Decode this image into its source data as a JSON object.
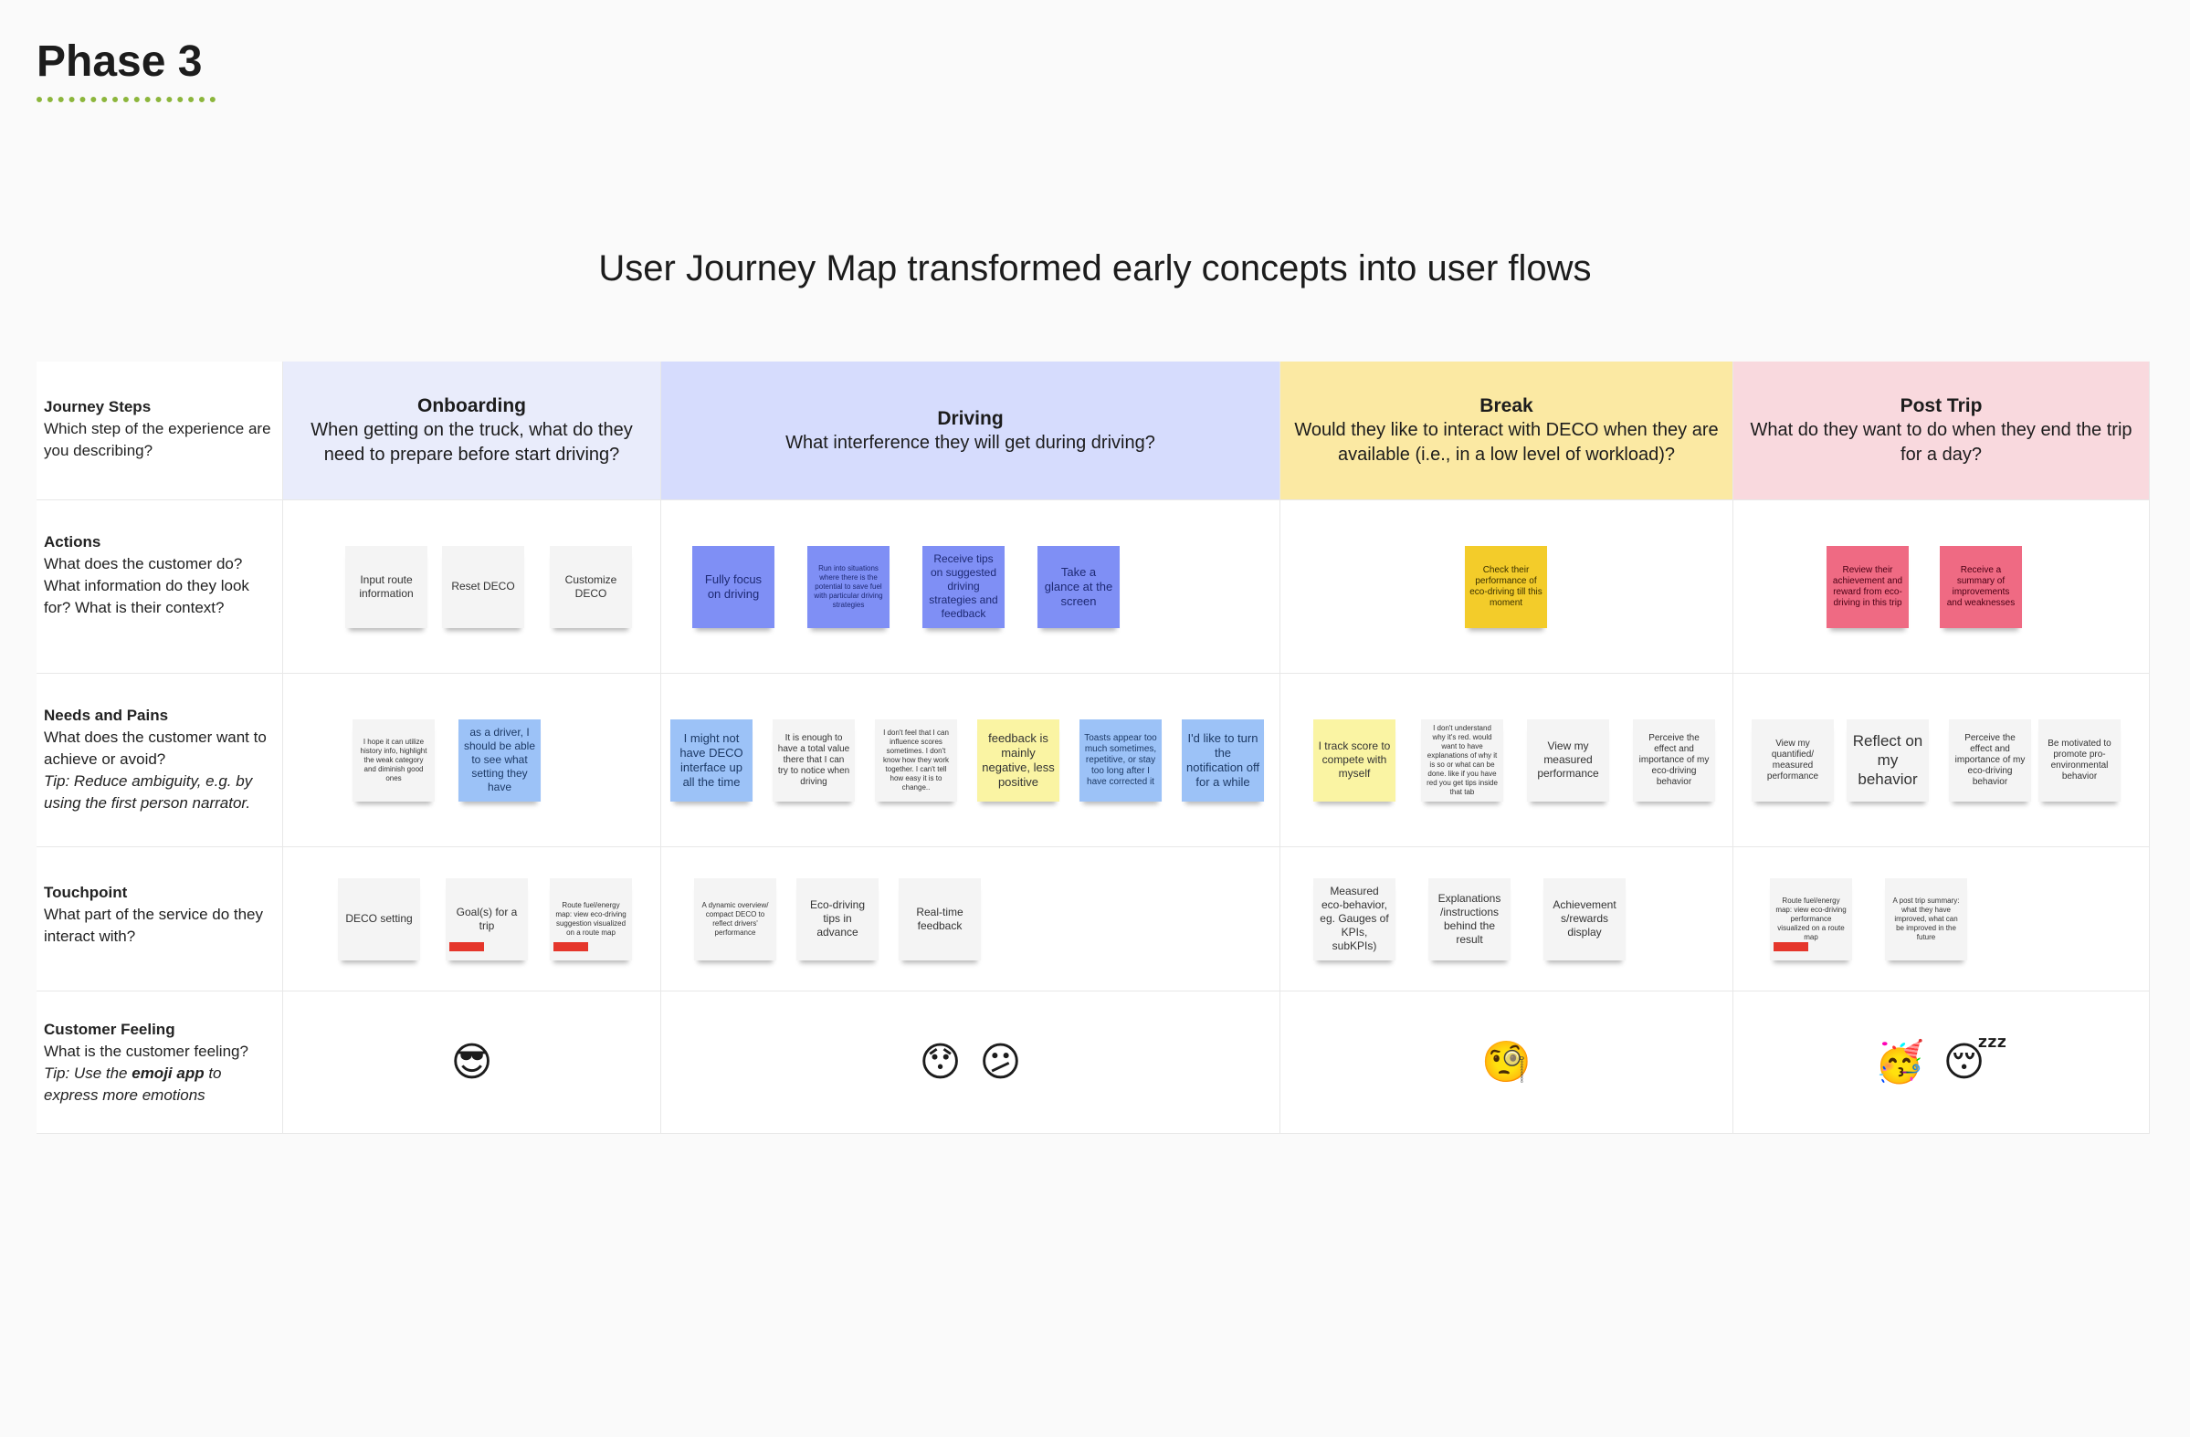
{
  "phase_title": "Phase 3",
  "main_title": "User Journey Map transformed early concepts into user flows",
  "row_labels": [
    {
      "title": "Journey Steps",
      "desc": "Which step of the experience are you describing?"
    },
    {
      "title": "Actions",
      "desc": "What does the customer do? What information do they look for? What is their context?"
    },
    {
      "title": "Needs and Pains",
      "desc": "What does the customer want to achieve or avoid?",
      "tip": "Tip: Reduce ambiguity, e.g. by using the first person narrator."
    },
    {
      "title": "Touchpoint",
      "desc": "What part of the service do they interact with?"
    },
    {
      "title": "Customer Feeling",
      "desc": "What is the customer feeling?",
      "tip_before": "Tip: Use the ",
      "tip_bold": "emoji app",
      "tip_after": " to express more emotions"
    }
  ],
  "steps": [
    {
      "name": "Onboarding",
      "question": "When getting on the truck, what do they need to prepare before start driving?"
    },
    {
      "name": "Driving",
      "question": "What interference they will get during driving?"
    },
    {
      "name": "Break",
      "question": "Would they like to interact with DECO when they are available (i.e., in a low level of workload)?"
    },
    {
      "name": "Post Trip",
      "question": "What do they want to do when they end the trip for a day?"
    }
  ],
  "actions": {
    "onboarding": [
      "Input route information",
      "Reset DECO",
      "Customize DECO"
    ],
    "driving": [
      "Fully focus on driving",
      "Run into situations where there is the potential to save fuel with particular driving strategies",
      "Receive tips on suggested driving strategies and feedback",
      "Take a glance at the screen"
    ],
    "break": [
      "Check their performance of eco-driving till this moment"
    ],
    "post": [
      "Review their achievement and reward from eco-driving in this trip",
      "Receive a summary of improvements and weaknesses"
    ]
  },
  "needs": {
    "onboarding": [
      "I hope it can utilize history info, highlight the weak category and diminish good ones",
      "as a driver, I should be able to see what setting they have"
    ],
    "driving": [
      "I might not have DECO interface up all the time",
      "It is enough to have a total value there that I can try to notice when driving",
      "I don't feel that I can influence scores sometimes. I don't know how they work together. I can't tell how easy it is to change..",
      "feedback is mainly negative, less positive",
      "Toasts appear too much sometimes, repetitive, or stay too long after I have corrected it",
      "I'd like to turn the notification off for a while"
    ],
    "break": [
      "I track score to compete with myself",
      "I don't understand why it's red. would want to have explanations of why it is so or what can be done. like if you have red you get tips inside that tab",
      "View my measured performance",
      "Perceive the effect and importance of my eco-driving behavior"
    ],
    "post": [
      "View my quantified/ measured performance",
      "Reflect on my behavior",
      "Perceive the effect and importance of my eco-driving behavior",
      "Be motivated to promote pro-environmental behavior"
    ]
  },
  "touchpoints": {
    "onboarding": [
      "DECO setting",
      "Goal(s) for a trip",
      "Route fuel/energy map: view eco-driving suggestion visualized on a route map"
    ],
    "driving": [
      "A dynamic overview/ compact DECO to reflect drivers' performance",
      "Eco-driving tips in advance",
      "Real-time feedback"
    ],
    "break": [
      "Measured eco-behavior, eg. Gauges of KPIs, subKPIs)",
      "Explanations /instructions behind the result",
      "Achievement s/rewards display"
    ],
    "post": [
      "Route fuel/energy map: view eco-driving performance visualized on a route map",
      "A post trip summary: what they have improved, what can be improved in the future"
    ]
  },
  "feelings": {
    "onboarding": [
      "😎"
    ],
    "driving": [
      "😯",
      "😕"
    ],
    "break": [
      "🧐"
    ],
    "post": [
      "🥳",
      "😴"
    ]
  },
  "colors": {
    "onboarding_header": "#e9ecfb",
    "driving_header": "#d6dcfd",
    "break_header": "#fbe9a3",
    "post_header": "#f9d9de",
    "phase_underline": "#8cb63c",
    "touchpoint_marker": "#e5362b"
  }
}
